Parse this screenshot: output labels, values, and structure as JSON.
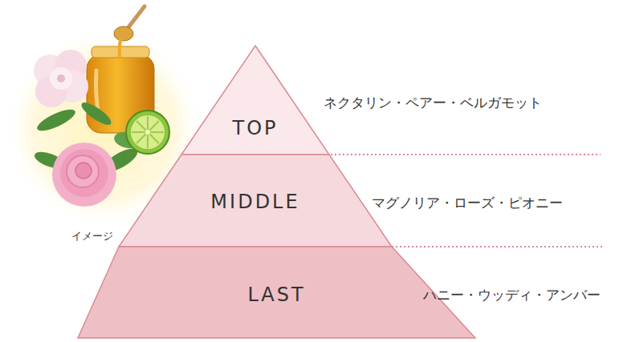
{
  "diagram": {
    "nodes": [
      {
        "text": [
          "TOP"
        ]
      },
      {
        "text": [
          "MIDDLE"
        ]
      },
      {
        "text": [
          "LAST"
        ]
      }
    ],
    "labels": [
      "ネクタリン・ペアー・ベルガモット",
      "マグノリア・ローズ・ピオニー",
      "ハニー・ウッディ・アンバー",
      "イメージ"
    ]
  }
}
